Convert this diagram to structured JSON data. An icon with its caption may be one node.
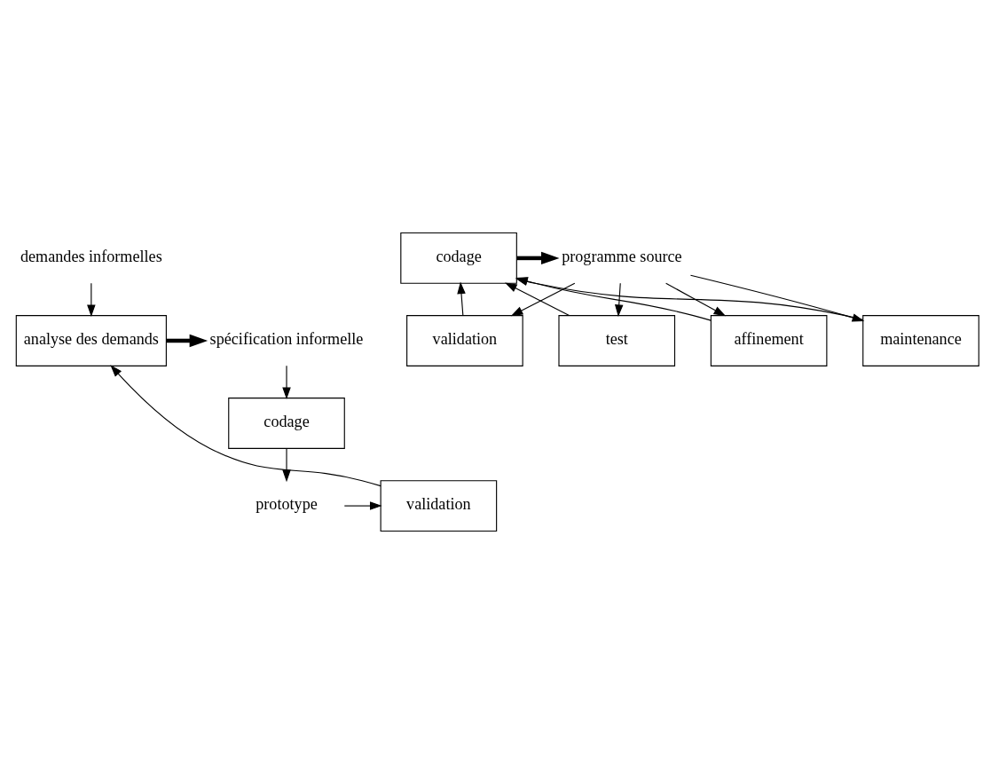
{
  "diagram": {
    "nodes": [
      {
        "text": [
          "demandes informelles"
        ]
      },
      {
        "text": [
          "analyse des demands"
        ]
      },
      {
        "text": [
          "spécification informelle"
        ]
      },
      {
        "text": [
          "codage"
        ]
      },
      {
        "text": [
          "prototype"
        ]
      },
      {
        "text": [
          "validation"
        ]
      },
      {
        "text": [
          "codage"
        ]
      },
      {
        "text": [
          "programme source"
        ]
      },
      {
        "text": [
          "validation"
        ]
      },
      {
        "text": [
          "test"
        ]
      },
      {
        "text": [
          "affinement"
        ]
      },
      {
        "text": [
          "maintenance"
        ]
      }
    ],
    "edges": [
      {
        "from": 0,
        "to": 1,
        "arrow": "to"
      },
      {
        "from": 1,
        "to": 2,
        "arrow": "to",
        "style": "thick"
      },
      {
        "from": 2,
        "to": 3,
        "arrow": "to"
      },
      {
        "from": 3,
        "to": 4,
        "arrow": "to"
      },
      {
        "from": 4,
        "to": 5,
        "arrow": "to"
      },
      {
        "from": 5,
        "to": 1,
        "arrow": "to"
      },
      {
        "from": 6,
        "to": 7,
        "arrow": "to",
        "style": "thick"
      },
      {
        "from": 7,
        "to": 8,
        "arrow": "to"
      },
      {
        "from": 7,
        "to": 9,
        "arrow": "to"
      },
      {
        "from": 7,
        "to": 10,
        "arrow": "to"
      },
      {
        "from": 7,
        "to": 11,
        "arrow": "to"
      },
      {
        "from": 8,
        "to": 6,
        "arrow": "to"
      },
      {
        "from": 9,
        "to": 6,
        "arrow": "to"
      },
      {
        "from": 10,
        "to": 6,
        "arrow": "to"
      },
      {
        "from": 11,
        "to": 6,
        "arrow": "to"
      }
    ]
  }
}
